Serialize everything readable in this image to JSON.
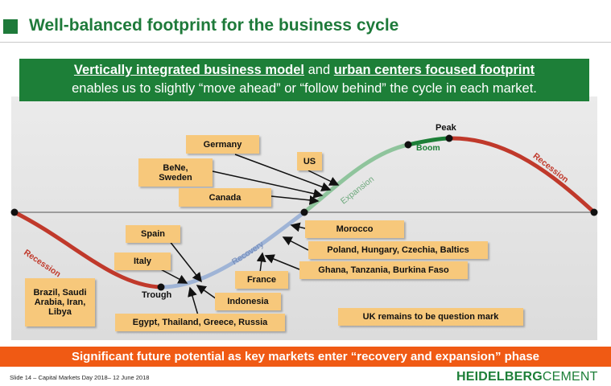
{
  "header": {
    "title": "Well-balanced footprint for the business cycle"
  },
  "banner": {
    "line1_bold1": "Vertically integrated business model",
    "line1_mid": " and ",
    "line1_bold2": "urban centers focused footprint",
    "line2": "enables us to slightly “move ahead” or “follow behind” the cycle in each market."
  },
  "cycle": {
    "point_peak": "Peak",
    "point_trough": "Trough",
    "phase_recession_left": "Recession",
    "phase_recovery": "Recovery",
    "phase_expansion": "Expansion",
    "phase_boom": "Boom",
    "phase_recession_right": "Recession",
    "colors": {
      "recession": "#c0392b",
      "recovery": "#9fb4d6",
      "expansion": "#8fc49c",
      "boom": "#1d7f38",
      "box": "#f7c87b"
    }
  },
  "markets": {
    "germany": "Germany",
    "us": "US",
    "benelux": "BeNe, Sweden",
    "canada": "Canada",
    "morocco": "Morocco",
    "poland_group": "Poland, Hungary, Czechia, Baltics",
    "ghana_group": "Ghana, Tanzania, Burkina Faso",
    "spain": "Spain",
    "italy": "Italy",
    "france": "France",
    "indonesia": "Indonesia",
    "egypt_group": "Egypt, Thailand, Greece, Russia",
    "brazil_group": "Brazil, Saudi Arabia, Iran, Libya",
    "uk_note": "UK remains to be question mark"
  },
  "bottom_bar": "Significant future potential as key markets enter “recovery and expansion” phase",
  "footer": {
    "slide_info": "Slide 14 – Capital Markets Day 2018– 12 June 2018",
    "logo_bold": "HEIDELBERG",
    "logo_regular": "CEMENT"
  }
}
